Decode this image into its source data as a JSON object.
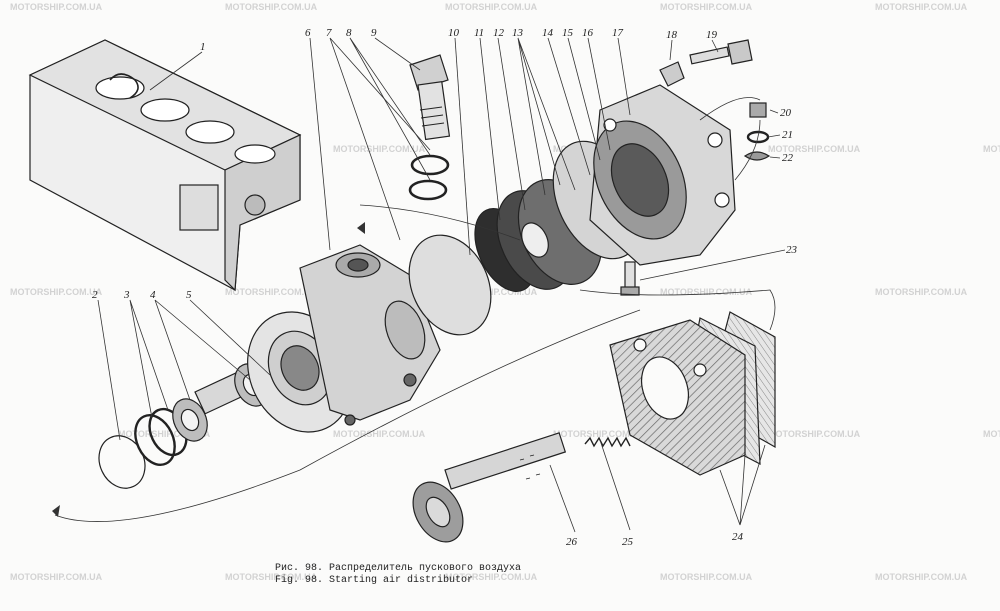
{
  "watermark": "MOTORSHIP.COM.UA",
  "caption": {
    "ru": "Рис. 98. Распределитель пускового воздуха",
    "en": "Fig. 98. Starting air distributor"
  },
  "callouts": [
    "1",
    "2",
    "3",
    "4",
    "5",
    "6",
    "7",
    "8",
    "9",
    "10",
    "11",
    "12",
    "13",
    "14",
    "15",
    "16",
    "17",
    "18",
    "19",
    "20",
    "21",
    "22",
    "23",
    "24",
    "25",
    "26"
  ]
}
